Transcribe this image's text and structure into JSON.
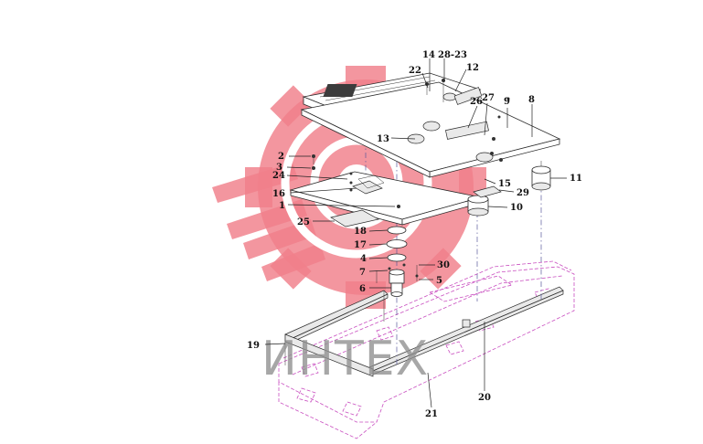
{
  "watermark": {
    "logo_color": "#f07f8a",
    "text": "ИНТЕХ",
    "text_color": "#8e8e8e"
  },
  "colors": {
    "chassis": "#c94fc0",
    "axis": "#5a5a9a",
    "line": "#2a2a2a"
  },
  "labels": {
    "l14": "14",
    "l28_23": "28-23",
    "l22": "22",
    "l12": "12",
    "l26": "26",
    "l27": "27",
    "l9": "9",
    "l8": "8",
    "l13": "13",
    "l2": "2",
    "l3": "3",
    "l24": "24",
    "l11": "11",
    "l15": "15",
    "l16": "16",
    "l29": "29",
    "l1": "1",
    "l10": "10",
    "l25": "25",
    "l18": "18",
    "l17": "17",
    "l4": "4",
    "l30": "30",
    "l7": "7",
    "l5": "5",
    "l6": "6",
    "l19": "19",
    "l20": "20",
    "l21": "21"
  }
}
